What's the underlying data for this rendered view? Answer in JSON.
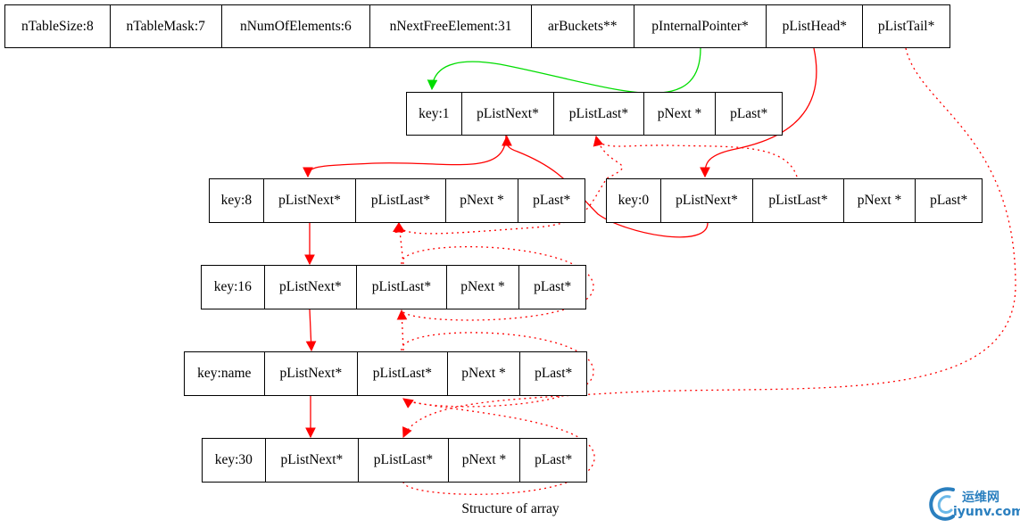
{
  "diagram": {
    "caption": "Structure of array",
    "hashtable": {
      "fields": [
        "nTableSize:8",
        "nTableMask:7",
        "nNumOfElements:6",
        "nNextFreeElement:31",
        "arBuckets**",
        "pInternalPointer*",
        "pListHead*",
        "pListTail*"
      ]
    },
    "buckets": [
      {
        "id": "key1",
        "cells": [
          "key:1",
          "pListNext*",
          "pListLast*",
          "pNext *",
          "pLast*"
        ]
      },
      {
        "id": "key8",
        "cells": [
          "key:8",
          "pListNext*",
          "pListLast*",
          "pNext *",
          "pLast*"
        ]
      },
      {
        "id": "key0",
        "cells": [
          "key:0",
          "pListNext*",
          "pListLast*",
          "pNext *",
          "pLast*"
        ]
      },
      {
        "id": "key16",
        "cells": [
          "key:16",
          "pListNext*",
          "pListLast*",
          "pNext *",
          "pLast*"
        ]
      },
      {
        "id": "keyname",
        "cells": [
          "key:name",
          "pListNext*",
          "pListLast*",
          "pNext *",
          "pLast*"
        ]
      },
      {
        "id": "key30",
        "cells": [
          "key:30",
          "pListNext*",
          "pListLast*",
          "pNext *",
          "pLast*"
        ]
      }
    ],
    "edge_colors": {
      "internal_pointer": "#00dd00",
      "list_next": "#ff0000",
      "list_last": "#ff0000"
    }
  },
  "watermark": {
    "line1": "运维网",
    "line2": "iyunv.com",
    "color": "#2a7fbf"
  }
}
